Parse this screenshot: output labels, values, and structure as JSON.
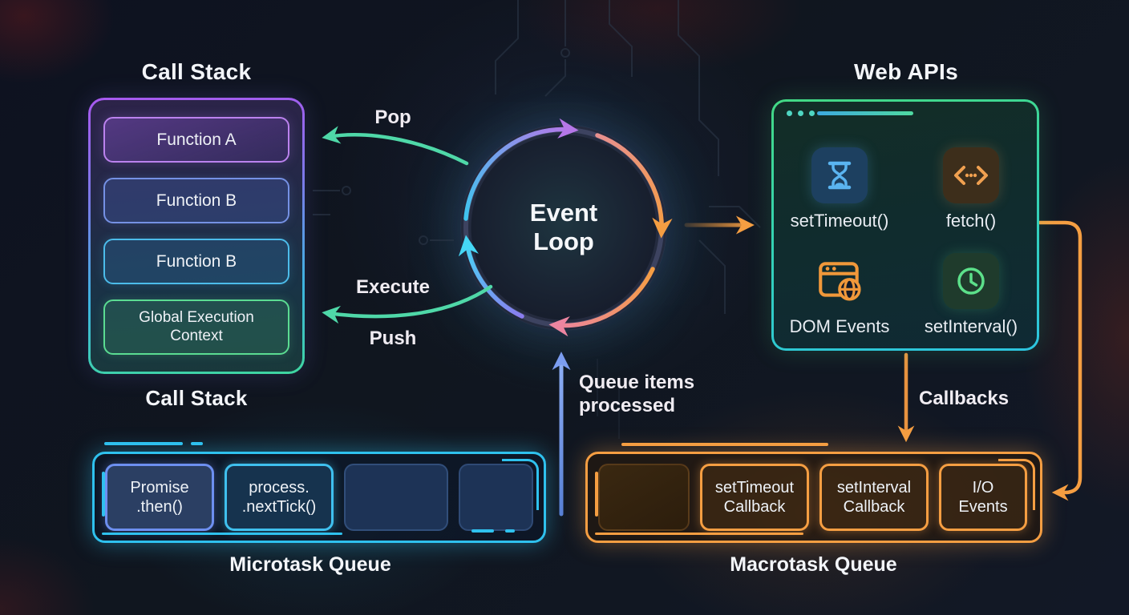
{
  "titles": {
    "call_stack": "Call Stack",
    "call_stack_caption": "Call Stack",
    "event_loop": "Event Loop",
    "web_apis": "Web APIs",
    "microtask": "Microtask Queue",
    "macrotask": "Macrotask Queue"
  },
  "labels": {
    "pop": "Pop",
    "execute": "Execute",
    "push": "Push",
    "queue_items": "Queue items processed",
    "callbacks": "Callbacks"
  },
  "call_stack_frames": [
    {
      "label": "Function A"
    },
    {
      "label": "Function B"
    },
    {
      "label": "Function B"
    },
    {
      "label": "Global Execution Context"
    }
  ],
  "web_api_items": [
    {
      "label": "setTimeout()",
      "icon": "hourglass-icon"
    },
    {
      "label": "fetch()",
      "icon": "code-brackets-icon"
    },
    {
      "label": "DOM Events",
      "icon": "browser-globe-icon"
    },
    {
      "label": "setInterval()",
      "icon": "clock-icon"
    }
  ],
  "microtask_items": [
    {
      "label": "Promise .then()"
    },
    {
      "label": "process. .nextTick()"
    },
    {
      "label": ""
    },
    {
      "label": ""
    }
  ],
  "macrotask_items": [
    {
      "label": ""
    },
    {
      "label": "setTimeout Callback"
    },
    {
      "label": "setInterval Callback"
    },
    {
      "label": "I/O Events"
    }
  ],
  "colors": {
    "background": "#10151f",
    "cyan": "#2fc1ee",
    "teal_green": "#4fd8a8",
    "green": "#43d984",
    "purple": "#b677e8",
    "blue": "#6d8ff0",
    "arrow_blue": "#7b9df0",
    "orange": "#f59e42",
    "pink": "#ec85a0"
  }
}
